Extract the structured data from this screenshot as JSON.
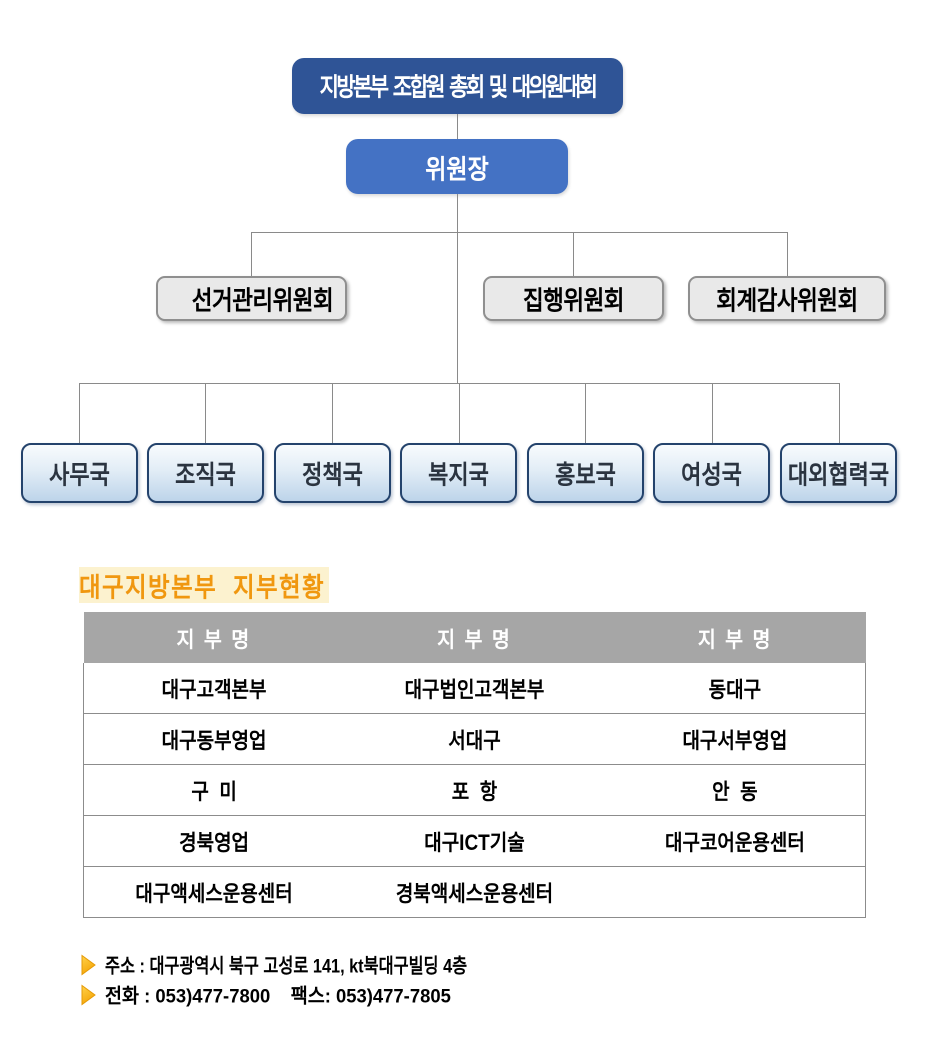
{
  "org_chart": {
    "root": {
      "label": "지방본부 조합원 총회 및 대의원대회",
      "bg": "#2F5496",
      "text_color": "#FFFFFF"
    },
    "chairman": {
      "label": "위원장",
      "bg": "#4472C4",
      "text_color": "#FFFFFF"
    },
    "committees": [
      {
        "label": "선거관리위원회"
      },
      {
        "label": "집행위원회"
      },
      {
        "label": "회계감사위원회"
      }
    ],
    "committee_style": {
      "bg": "#E9E9E9",
      "border": "#8F8F8F",
      "text_color": "#000000"
    },
    "departments": [
      {
        "label": "사무국"
      },
      {
        "label": "조직국"
      },
      {
        "label": "정책국"
      },
      {
        "label": "복지국"
      },
      {
        "label": "홍보국"
      },
      {
        "label": "여성국"
      },
      {
        "label": "대외협력국"
      }
    ],
    "department_style": {
      "bg_top": "#F8FBFD",
      "bg_bottom": "#BDD4EA",
      "border": "#24436C",
      "text_color": "#2B3440"
    },
    "connector_color": "#808080"
  },
  "branch_section": {
    "title": "대구지방본부  지부현황",
    "title_color": "#F0970F",
    "title_highlight": "#FCF2CF",
    "table": {
      "header_bg": "#A6A6A6",
      "header_text_color": "#FFFFFF",
      "columns": [
        "지 부 명",
        "지 부 명",
        "지 부 명"
      ],
      "rows": [
        [
          "대구고객본부",
          "대구법인고객본부",
          "동대구"
        ],
        [
          "대구동부영업",
          "서대구",
          "대구서부영업"
        ],
        [
          "구  미",
          "포  항",
          "안  동"
        ],
        [
          "경북영업",
          "대구ICT기술",
          "대구코어운용센터"
        ],
        [
          "대구액세스운용센터",
          "경북액세스운용센터",
          ""
        ]
      ]
    }
  },
  "footer": {
    "bullet_color_top": "#FFD24A",
    "bullet_color_bottom": "#F5A608",
    "bullet_border": "#E0940A",
    "lines": [
      {
        "text": "주소 : 대구광역시 북구 고성로 141, kt북대구빌딩 4층"
      },
      {
        "text": "전화 : 053)477-7800    팩스: 053)477-7805"
      }
    ]
  }
}
